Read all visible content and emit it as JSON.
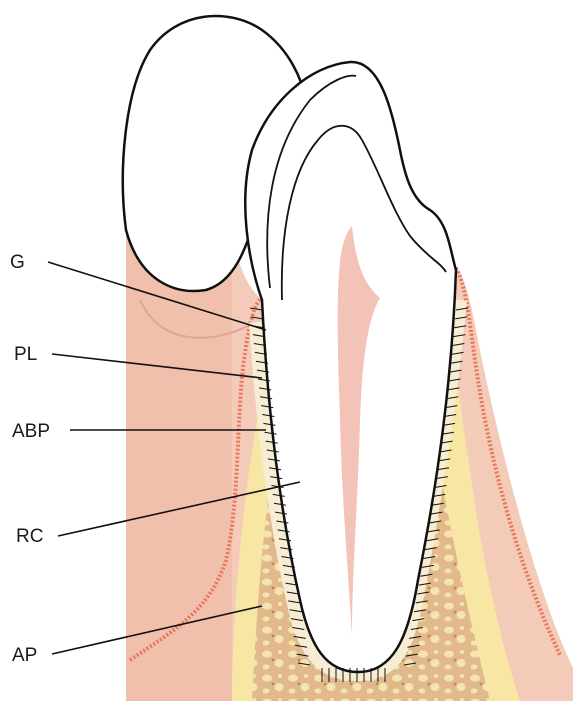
{
  "diagram": {
    "labels": [
      {
        "id": "G",
        "text": "G"
      },
      {
        "id": "PL",
        "text": "PL"
      },
      {
        "id": "ABP",
        "text": "ABP"
      },
      {
        "id": "RC",
        "text": "RC"
      },
      {
        "id": "AP",
        "text": "AP"
      }
    ],
    "colors": {
      "gingiva": "#f3c9b6",
      "gingiva_dark": "#eab09a",
      "epithelium_edge": "#e8765a",
      "bone_cortex": "#f9e7a6",
      "bone_trabecular": "#dcae7a",
      "bone_marrow_spots": "#b98a58",
      "pulp": "#f2b9aa",
      "outline": "#111111"
    }
  }
}
